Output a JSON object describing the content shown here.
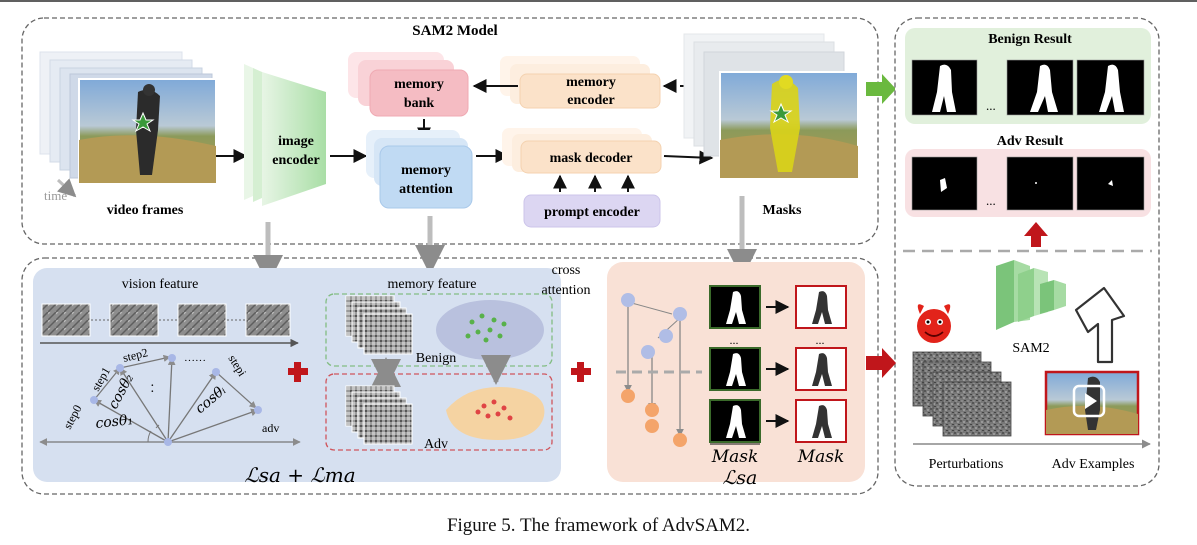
{
  "sam2_panel": {
    "title": "SAM2 Model",
    "video_frames_label": "video frames",
    "time_label": "time",
    "image_encoder_label": [
      "image",
      "encoder"
    ],
    "memory_bank_label": [
      "memory",
      "bank"
    ],
    "memory_attention_label": [
      "memory",
      "attention"
    ],
    "memory_encoder_label": [
      "memory",
      "encoder"
    ],
    "mask_decoder_label": "mask decoder",
    "prompt_encoder_label": "prompt encoder",
    "masks_label": "Masks"
  },
  "right_panel": {
    "benign_title": "Benign Result",
    "adv_title": "Adv Result",
    "ellipsis": "...",
    "sam2_label": "SAM2",
    "perturbations_label": "Perturbations",
    "adv_examples_label": "Adv Examples"
  },
  "vision_panel": {
    "title": "vision feature",
    "steps": [
      "step0",
      "step1",
      "step2",
      "stepi"
    ],
    "adv_label": "adv",
    "cos_labels": [
      "cosθ₁",
      "cosθ₂",
      "cosθᵢ"
    ],
    "dots": "·",
    "dots_row": "······"
  },
  "memory_panel": {
    "title": "memory feature",
    "cross_attention": [
      "cross",
      "attention"
    ],
    "benign_label": "Benign",
    "adv_label": "Adv"
  },
  "loss_labels": {
    "combined": "ℒsa + ℒma",
    "mask_left": "Mask",
    "mask_right": "Mask",
    "lsa": "ℒsa"
  },
  "colors": {
    "memory_bank": "#f6c3c8",
    "memory_attention": "#c7ddf3",
    "memory_encoder": "#fbe3cc",
    "mask_decoder": "#fbe3cc",
    "prompt_encoder": "#dcd6f2",
    "image_encoder": "#b9e6b7",
    "vision_bg": "#d6e0f0",
    "mask_bg": "#f9e1d6",
    "benign_bg": "#e1f0dc",
    "adv_bg": "#f8e1e3",
    "green_arrow": "#6ab93f",
    "red_arrow": "#c0161b"
  },
  "caption": "Figure 5. The framework of AdvSAM2."
}
